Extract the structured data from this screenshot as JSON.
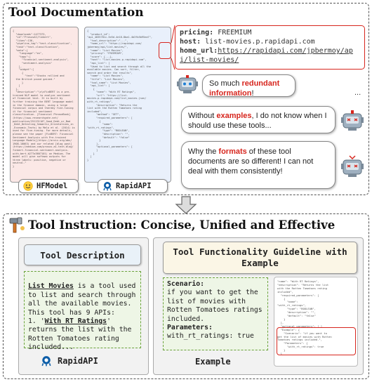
{
  "top": {
    "title": "Tool Documentation",
    "hf_doc_text": "{\n  \"downloads\":1477373,\n  \"id\":\"ProsusAI/finbert\",\n  \"likes\":136,\n  \"pipeline_tag\":\"text-classification\",\n  \"task\":\"text-classification\",\n  \"meta\":{\n    \"language\":\"en\",\n    \"tags\":[\n      \"financial-sentiment-analysis\",\n      \"sentiment-analysis\"\n    ],\n    \"widget\":[\n      {\n        \"text\":\"Stocks rallied and\n  the British pound gained.\"\n      }\n    ]\n  },\n  \"description\":\"\\n\\nFinBERT is a pre-\ntrained NLP model to analyze sentiment\nof financial text. It is built by\nfurther training the BERT language model\nin the finance domain, using a large\nfinancial corpus and thereby fine-tuning\nit for financial sentiment\nclassification. [Financial PhraseBank]\n(https://www.researchgate.net/\npublication/251231107_Good_Debt_or_Bad\n_Debt_Detecting_Semantic_Orientations_in\n_Economic_Texts) by Malo et al. (2014) is\nused for fine-tuning. For more details,\nplease see the paper [FinBERT: Financial\nSentiment Analysis with Pre-trained\nLanguage Models](https://arxiv.org/abs/\n1908.10063) and our related [blog post]\n(https://medium.com/prosus-ai-tech-blog/\nfinbert-financial-sentiment-analysis-\nwith-bert-b277a3607101) on Medium. The\nmodel will give softmax outputs for\nthree labels: positive, negative or\nneutral.\"\n}",
    "rapid_doc_text": "{\n  \"product_id\":\n\"api_4035781c-3e5d-4e18-8ba1-4b3fb5b95ea7\",\n  \"tool_description\":\"...\",\n  \"home_url\": \"https://rapidapi.com/\njpbermoy/api/list-movies/\",\n  \"name\": \"List Movies\",\n  \"pricing\": \"FREEMIUM\",\n  \"score\": {...},\n  \"host\": \"list-movies.p.rapidapi.com\",\n  \"api_list\": [\n  \"Used to list and search through all the\navailable movies. Can sort, filter,\nsearch and order the results\",\n  \"name\": \"List Movies\",\n  \"title\": \"List Movies\",\n  \"tool_name\": \"List Movies\",\n  \"api_list\": [\n    {\n      \"name\": \"With RT Ratings\",\n      \"url\": \"https://list-\nmovies.p.rapidapi.com/list_movies.json/\nwith_rt_ratings\",\n      \"description\": \"Returns the\nlist with the Rotten Tomatoes rating\nincluded\",\n      \"method\": \"GET\",\n      \"required_parameters\": [\n        {\n          \"name\":\n\"with_rt_ratings\",\n          \"type\": \"BOOLEAN\",\n          \"description\": \"\",\n          \"default\": \"false\"\n        }\n      ],\n      \"optional_parameters\": [\n      ]\n    }\n  ]\n}",
    "hf_badge": "HFModel",
    "rapid_badge": "RapidAPI",
    "info": {
      "pricing_label": "pricing:",
      "pricing_value": " FREEMIUM",
      "host_label": "host:",
      "host_value": " list-movies.p.rapidapi.com",
      "home_label": "home_url:",
      "home_value": "https://rapidapi.com/jpbermoy/api/list-movies/"
    },
    "bubble1": {
      "a": "So much ",
      "b": "redundant information",
      "c": "!"
    },
    "ellipsis": "...",
    "bubble2": {
      "a": "Without ",
      "b": "examples",
      "c": ", I do not know when I should use these tools..."
    },
    "bubble3": {
      "a": "Why the ",
      "b": "formats",
      "c": " of these tool documents are so different! I can not deal with them consistently!"
    }
  },
  "bottom": {
    "title": "Tool Instruction: Concise, Unified and Effective",
    "desc_header": "Tool Description",
    "desc_body": {
      "a": "List Movies",
      "b": " is a tool used to list and search through all the available movies. This tool has 9 APIs:\n1. '",
      "c": "With RT Ratings",
      "d": "' returns the list with the Rotten Tomatoes rating included..."
    },
    "desc_badge": "RapidAPI",
    "guide_header": "Tool Functionality Guideline with Example",
    "scenario_label": "Scenario:",
    "scenario_text": "if you want to get the list of movies with Rotten Tomatoes ratings included.",
    "params_label": "Parameters:",
    "params_text": "with_rt_ratings: true",
    "example_json": "\"name\": \"With RT Ratings\",\n\"description\": \"Returns the list\nwith the Rotten Tomatoes rating\nincluded\",\n  \"required_parameters\": [\n    {\n      \"name\":\n\"with_rt_ratings\",\n      \"type\": \"BOOLEAN\",\n      \"description\": \"\",\n      \"default\": \"false\"\n    }\n  ],\n  \"optional_parameters\": [ ]\n  \"Example\": {\n    \"Scenario\": \"if you want to\nget the list of movies with Rotten\nTomatoes ratings included.\",\n    \"Parameters\": {\n      \"with_rt_ratings\": true\n    }\n  }",
    "example_label": "Example"
  },
  "colors": {
    "red": "#d7261e",
    "pink": "#fbe9e7",
    "blue": "#e8f0fb",
    "green": "#eef6e6",
    "cream": "#fbf6e6",
    "gray": "#f1f1f1"
  }
}
